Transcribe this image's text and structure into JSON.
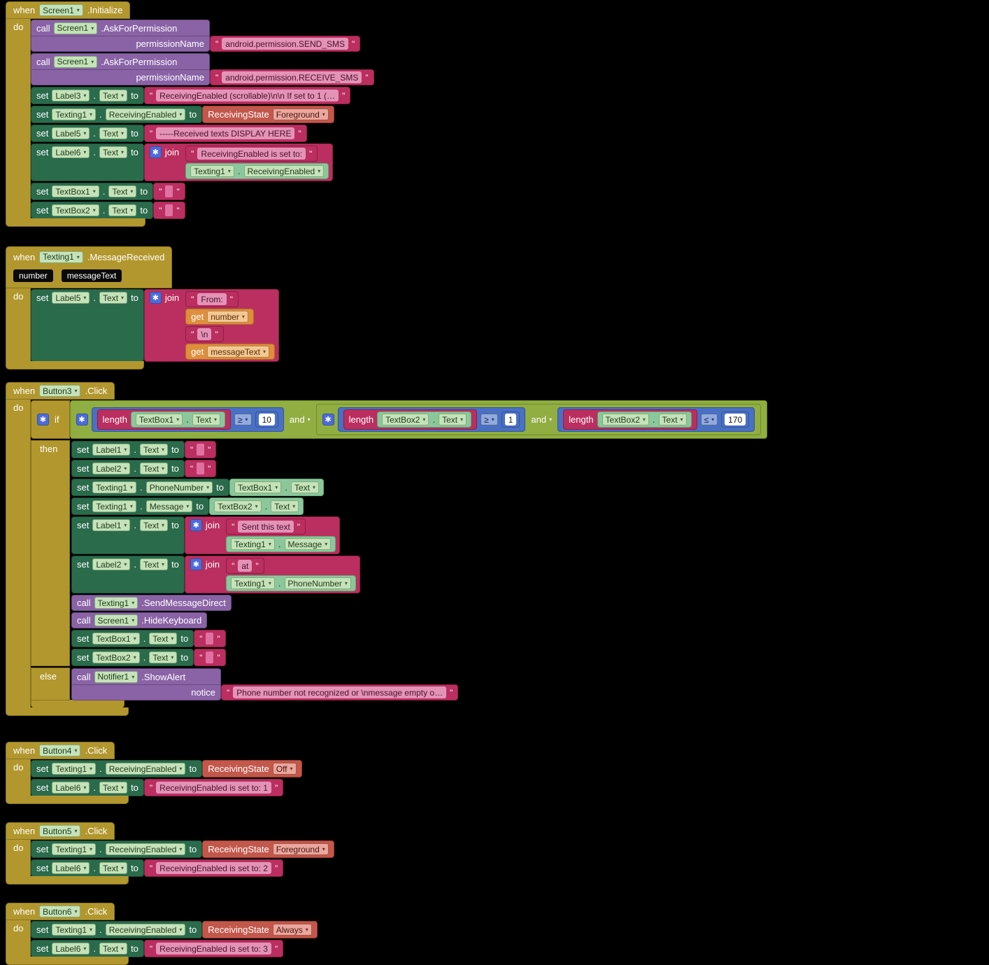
{
  "ui": {
    "kw": {
      "when": "when",
      "do": "do",
      "call": "call",
      "set": "set",
      "to": "to",
      "if": "if",
      "then": "then",
      "else": "else",
      "join": "join",
      "get": "get",
      "length": "length",
      "and": "and",
      "dot": ".",
      "q": "\"",
      "notice": "notice",
      "permission_param": "permissionName"
    },
    "icons": {
      "mutator_gear": "✱"
    }
  },
  "b1": {
    "component": "Screen1",
    "event": ".Initialize",
    "perm1": {
      "c": "Screen1",
      "m": ".AskForPermission",
      "v": "android.permission.SEND_SMS"
    },
    "perm2": {
      "c": "Screen1",
      "m": ".AskForPermission",
      "v": "android.permission.RECEIVE_SMS"
    },
    "s1": {
      "c": "Label3",
      "p": "Text",
      "v": "ReceivingEnabled (scrollable)\\n\\n If set to 1 (…"
    },
    "s2": {
      "c": "Texting1",
      "p": "ReceivingEnabled",
      "enum": "ReceivingState",
      "opt": "Foreground"
    },
    "s3": {
      "c": "Label5",
      "p": "Text",
      "v": "-----Received texts DISPLAY HERE"
    },
    "s4": {
      "c": "Label6",
      "p": "Text",
      "j1": "ReceivingEnabled is set to:",
      "jc": "Texting1",
      "jp": "ReceivingEnabled"
    },
    "s5": {
      "c": "TextBox1",
      "p": "Text"
    },
    "s6": {
      "c": "TextBox2",
      "p": "Text"
    }
  },
  "b2": {
    "component": "Texting1",
    "event": ".MessageReceived",
    "params": [
      "number",
      "messageText"
    ],
    "s1": {
      "c": "Label5",
      "p": "Text",
      "j1": "From:",
      "g1": "number",
      "j2": "\\n",
      "g2": "messageText"
    }
  },
  "b3": {
    "component": "Button3",
    "event": ".Click",
    "cond": {
      "c1": {
        "c": "TextBox1",
        "p": "Text",
        "op": "≥",
        "n": "10"
      },
      "c2": {
        "c": "TextBox2",
        "p": "Text",
        "op": "≥",
        "n": "1"
      },
      "c3": {
        "c": "TextBox2",
        "p": "Text",
        "op": "≤",
        "n": "170"
      }
    },
    "then": {
      "s1": {
        "c": "Label1",
        "p": "Text"
      },
      "s2": {
        "c": "Label2",
        "p": "Text"
      },
      "s3": {
        "c": "Texting1",
        "p": "PhoneNumber",
        "vc": "TextBox1",
        "vp": "Text"
      },
      "s4": {
        "c": "Texting1",
        "p": "Message",
        "vc": "TextBox2",
        "vp": "Text"
      },
      "s5": {
        "c": "Label1",
        "p": "Text",
        "j1": "Sent this text",
        "jc": "Texting1",
        "jp": "Message"
      },
      "s6": {
        "c": "Label2",
        "p": "Text",
        "j1": "at",
        "jc": "Texting1",
        "jp": "PhoneNumber"
      },
      "call1": {
        "c": "Texting1",
        "m": ".SendMessageDirect"
      },
      "call2": {
        "c": "Screen1",
        "m": ".HideKeyboard"
      },
      "s7": {
        "c": "TextBox1",
        "p": "Text"
      },
      "s8": {
        "c": "TextBox2",
        "p": "Text"
      }
    },
    "elseb": {
      "c": "Notifier1",
      "m": ".ShowAlert",
      "param": "notice",
      "v": "Phone number not recognized or \\nmessage empty o…"
    }
  },
  "b4": {
    "component": "Button4",
    "event": ".Click",
    "s1": {
      "c": "Texting1",
      "p": "ReceivingEnabled",
      "enum": "ReceivingState",
      "opt": "Off"
    },
    "s2": {
      "c": "Label6",
      "p": "Text",
      "v": "ReceivingEnabled is set to: 1"
    }
  },
  "b5": {
    "component": "Button5",
    "event": ".Click",
    "s1": {
      "c": "Texting1",
      "p": "ReceivingEnabled",
      "enum": "ReceivingState",
      "opt": "Foreground"
    },
    "s2": {
      "c": "Label6",
      "p": "Text",
      "v": "ReceivingEnabled is set to: 2"
    }
  },
  "b6": {
    "component": "Button6",
    "event": ".Click",
    "s1": {
      "c": "Texting1",
      "p": "ReceivingEnabled",
      "enum": "ReceivingState",
      "opt": "Always"
    },
    "s2": {
      "c": "Label6",
      "p": "Text",
      "v": "ReceivingEnabled is set to: 3"
    }
  }
}
